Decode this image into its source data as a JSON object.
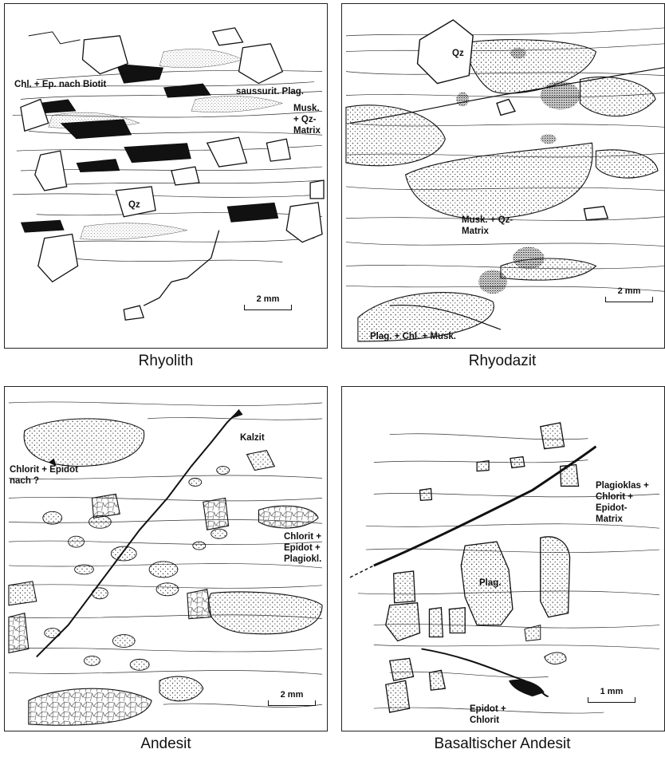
{
  "panels": {
    "rhyolith": {
      "caption": "Rhyolith",
      "labels": {
        "chl_ep": "Chl. + Ep. nach Biotit",
        "saussurit": "saussurit. Plag.",
        "musk_line1": "Musk.",
        "musk_line2": "+ Qz-",
        "musk_line3": "Matrix",
        "qz": "Qz"
      },
      "scale": "2 mm"
    },
    "rhyodazit": {
      "caption": "Rhyodazit",
      "labels": {
        "qz": "Qz",
        "musk_line1": "Musk. + Qz-",
        "musk_line2": "Matrix",
        "plag": "Plag. + Chl. + Musk."
      },
      "scale": "2 mm"
    },
    "andesit": {
      "caption": "Andesit",
      "labels": {
        "kalzit": "Kalzit",
        "chlorit_line1": "Chlorit + Epidot",
        "chlorit_line2": "nach ?",
        "matrix_line1": "Chlorit +",
        "matrix_line2": "Epidot +",
        "matrix_line3": "Plagiokl."
      },
      "scale": "2 mm"
    },
    "basalt": {
      "caption": "Basaltischer Andesit",
      "labels": {
        "plagioklas_line1": "Plagioklas +",
        "plagioklas_line2": "Chlorit +",
        "plagioklas_line3": "Epidot-",
        "plagioklas_line4": "Matrix",
        "plag": "Plag.",
        "epidot_line1": "Epidot +",
        "epidot_line2": "Chlorit"
      },
      "scale": "1 mm"
    }
  }
}
